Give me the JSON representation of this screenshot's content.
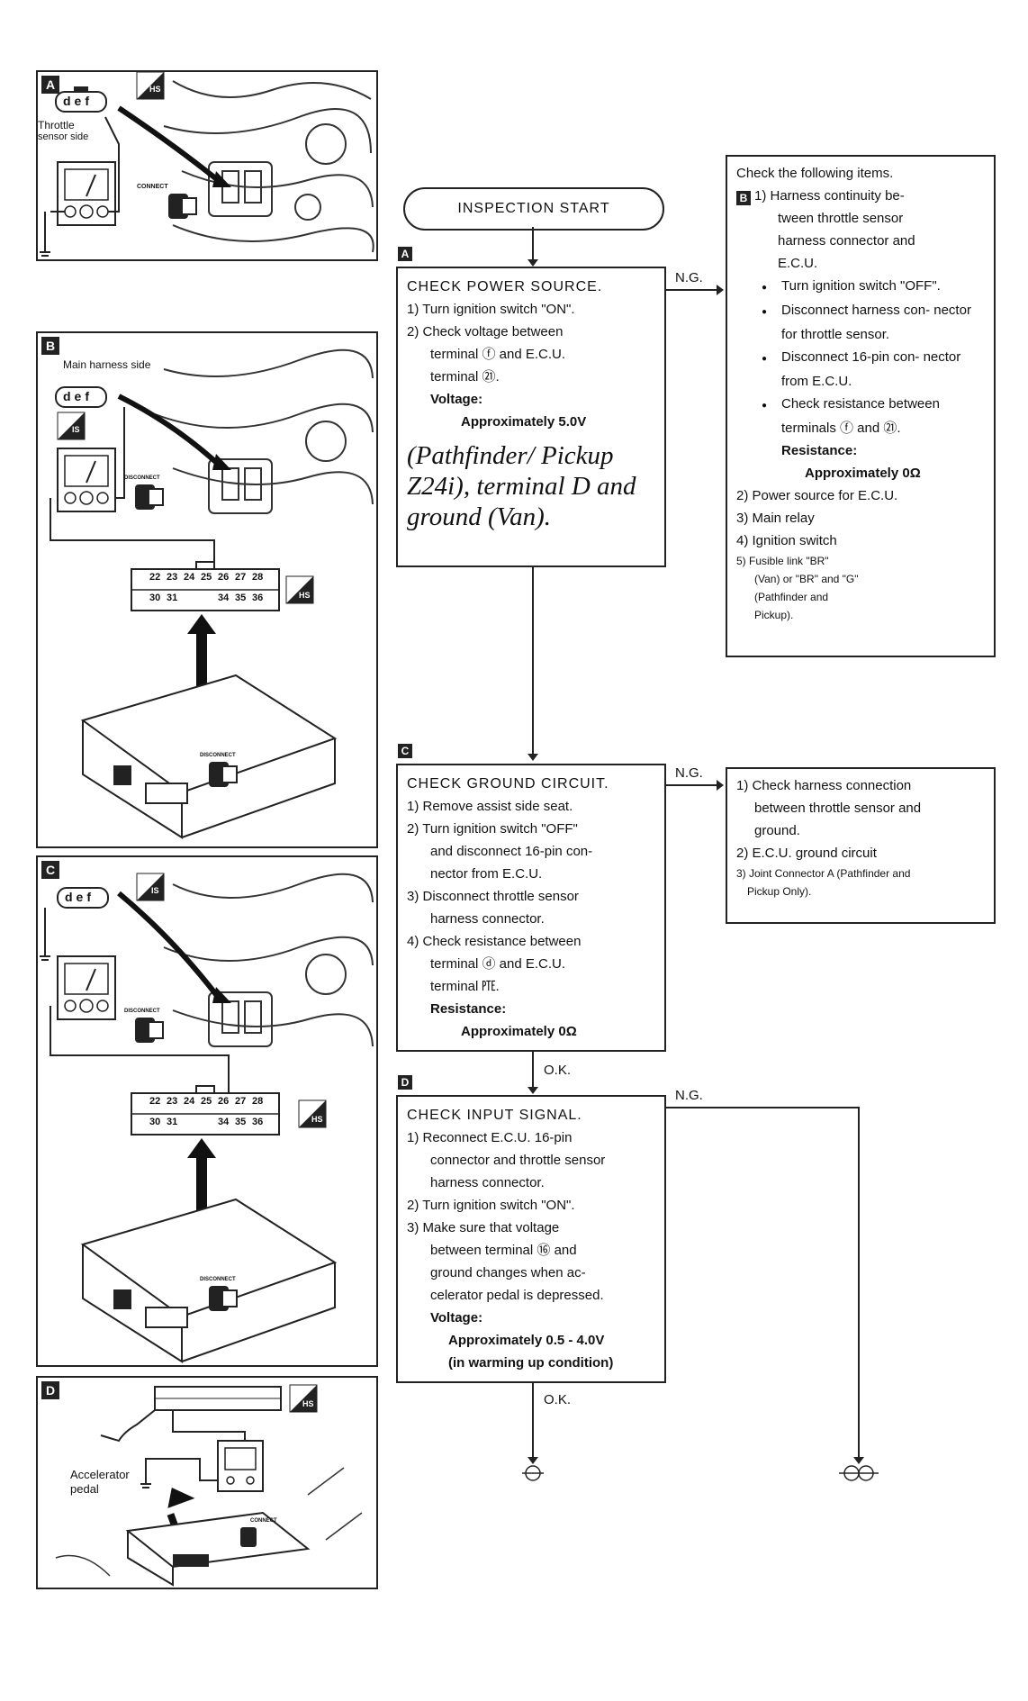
{
  "panels": {
    "a": {
      "letter": "A",
      "def": "def",
      "side_label_1": "Throttle",
      "side_label_2": "sensor side",
      "hs": "HS",
      "connect": "CONNECT"
    },
    "b": {
      "letter": "B",
      "side_label": "Main harness side",
      "def": "def",
      "is": "IS",
      "hs": "HS",
      "disconnect": "DISCONNECT",
      "pins_top": [
        "22",
        "23",
        "24",
        "25",
        "26",
        "27",
        "28"
      ],
      "pins_bottom": [
        "30",
        "31",
        "34",
        "35",
        "36"
      ]
    },
    "c": {
      "letter": "C",
      "def": "def",
      "is": "IS",
      "hs": "HS",
      "disconnect": "DISCONNECT",
      "pins_top": [
        "22",
        "23",
        "24",
        "25",
        "26",
        "27",
        "28"
      ],
      "pins_bottom": [
        "30",
        "31",
        "34",
        "35",
        "36"
      ]
    },
    "d": {
      "letter": "D",
      "pedal_1": "Accelerator",
      "pedal_2": "pedal",
      "hs": "HS",
      "connect": "CONNECT"
    }
  },
  "flow": {
    "start": "INSPECTION START",
    "a": {
      "letter": "A",
      "title": "CHECK POWER SOURCE.",
      "step1": "1) Turn ignition switch \"ON\".",
      "step2a": "2) Check voltage between",
      "step2b": "terminal ⓕ and E.C.U.",
      "step2c": "terminal ㉑.",
      "voltage_label": "Voltage:",
      "voltage_value": "Approximately 5.0V",
      "note": "(Pathfinder/ Pickup Z24i), terminal D and ground (Van)."
    },
    "a_ng": {
      "label": "N.G.",
      "lines": [
        "Check the following items.",
        "1) Harness continuity be-",
        "tween throttle sensor",
        "harness connector and",
        "E.C.U."
      ],
      "ref": "B",
      "bullets": [
        "Turn ignition switch \"OFF\".",
        "Disconnect harness con- nector for throttle sensor.",
        "Disconnect 16-pin con- nector from E.C.U.",
        "Check resistance between terminals ⓕ and ㉑."
      ],
      "resistance_label": "Resistance:",
      "resistance_value": "Approximately 0Ω",
      "items": [
        "2) Power source for E.C.U.",
        "3) Main relay",
        "4) Ignition switch"
      ],
      "fusible_1": "5) Fusible link \"BR\"",
      "fusible_2": "(Van) or \"BR\" and \"G\"",
      "fusible_3": "(Pathfinder and",
      "fusible_4": "Pickup)."
    },
    "c": {
      "letter": "C",
      "title": "CHECK GROUND CIRCUIT.",
      "step1": "1) Remove assist side seat.",
      "step2a": "2) Turn ignition switch \"OFF\"",
      "step2b": "and disconnect 16-pin con-",
      "step2c": "nector from E.C.U.",
      "step3a": "3) Disconnect throttle sensor",
      "step3b": "harness connector.",
      "step4a": "4) Check resistance between",
      "step4b": "terminal ⓓ and E.C.U.",
      "step4c": "terminal ㉐.",
      "resistance_label": "Resistance:",
      "resistance_value": "Approximately 0Ω"
    },
    "c_ng": {
      "label": "N.G.",
      "item1a": "1) Check harness connection",
      "item1b": "between throttle sensor and",
      "item1c": "ground.",
      "item2": "2) E.C.U. ground circuit",
      "item3a": "3) Joint Connector A (Pathfinder and",
      "item3b": "Pickup Only)."
    },
    "ok1": "O.K.",
    "d": {
      "letter": "D",
      "title": "CHECK INPUT SIGNAL.",
      "step1a": "1) Reconnect E.C.U. 16-pin",
      "step1b": "connector and throttle sensor",
      "step1c": "harness connector.",
      "step2": "2) Turn ignition switch \"ON\".",
      "step3a": "3) Make sure that voltage",
      "step3b": "between terminal ⑯ and",
      "step3c": "ground changes when ac-",
      "step3d": "celerator pedal is depressed.",
      "voltage_label": "Voltage:",
      "voltage_value": "Approximately 0.5 - 4.0V",
      "condition": "(in warming up condition)"
    },
    "d_ng": "N.G.",
    "ok2": "O.K."
  }
}
